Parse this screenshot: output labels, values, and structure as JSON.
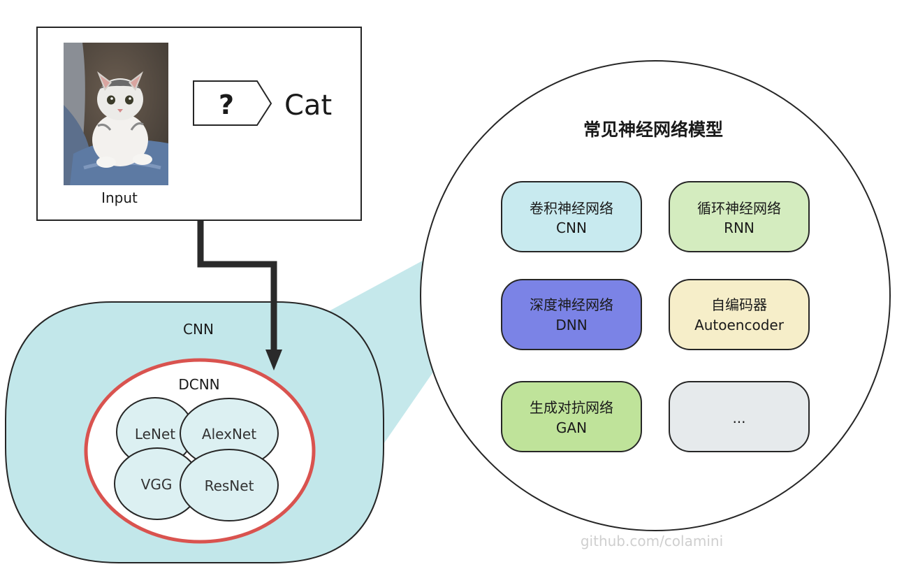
{
  "input_panel": {
    "input_label": "Input",
    "unknown_symbol": "?",
    "output_label": "Cat",
    "image_description_icon": "cat-photo"
  },
  "cnn_region": {
    "label": "CNN",
    "dcnn_label": "DCNN",
    "models": [
      "LeNet",
      "AlexNet",
      "VGG",
      "ResNet"
    ]
  },
  "model_overview": {
    "title": "常见神经网络模型",
    "cards": [
      {
        "name_zh": "卷积神经网络",
        "name_en": "CNN",
        "color": "#c8eaef"
      },
      {
        "name_zh": "循环神经网络",
        "name_en": "RNN",
        "color": "#d4ecbf"
      },
      {
        "name_zh": "深度神经网络",
        "name_en": "DNN",
        "color": "#7b83e6"
      },
      {
        "name_zh": "自编码器",
        "name_en": "Autoencoder",
        "color": "#f6eec9"
      },
      {
        "name_zh": "生成对抗网络",
        "name_en": "GAN",
        "color": "#bfe39a"
      },
      {
        "name_zh": "",
        "name_en": "...",
        "color": "#e6eaec"
      }
    ]
  },
  "watermark": "github.com/colamini",
  "colors": {
    "cnn_fill": "#c2e7ea",
    "dcnn_ring": "#d9534f",
    "model_bubble": "#dcf0f2",
    "stroke": "#262626"
  }
}
